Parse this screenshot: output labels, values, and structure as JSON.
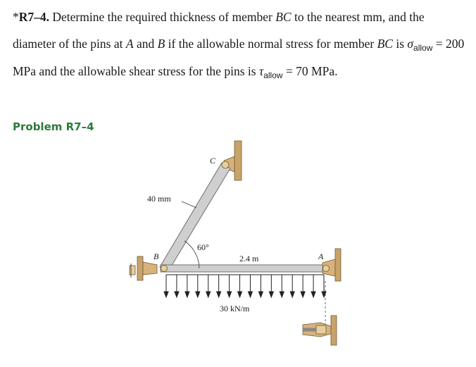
{
  "problem": {
    "star": "*",
    "number": "R7–4.",
    "text_1": " Determine the required thickness of member ",
    "member_1": "BC",
    "text_2": " to the nearest mm, and the diameter of the pins at ",
    "pin_a": "A",
    "text_3": " and ",
    "pin_b": "B",
    "text_4": " if the allowable normal stress for member ",
    "member_2": "BC",
    "text_5": " is ",
    "sigma": "σ",
    "sigma_sub": "allow",
    "text_6": " = 200 MPa and the allowable shear stress for the pins is ",
    "tau": "τ",
    "tau_sub": "allow",
    "text_7": " = 70 MPa."
  },
  "heading": "Problem R7–4",
  "figure": {
    "label_c": "C",
    "label_b": "B",
    "label_a": "A",
    "width_label": "40 mm",
    "angle_label": "60°",
    "span_label": "2.4 m",
    "load_label": "30 kN/m",
    "colors": {
      "member": "#cfcfcf",
      "member_edge": "#6d6d6d",
      "wall": "#c8a36a",
      "bracket": "#d9b27a",
      "pin": "#e7cf9a"
    }
  }
}
